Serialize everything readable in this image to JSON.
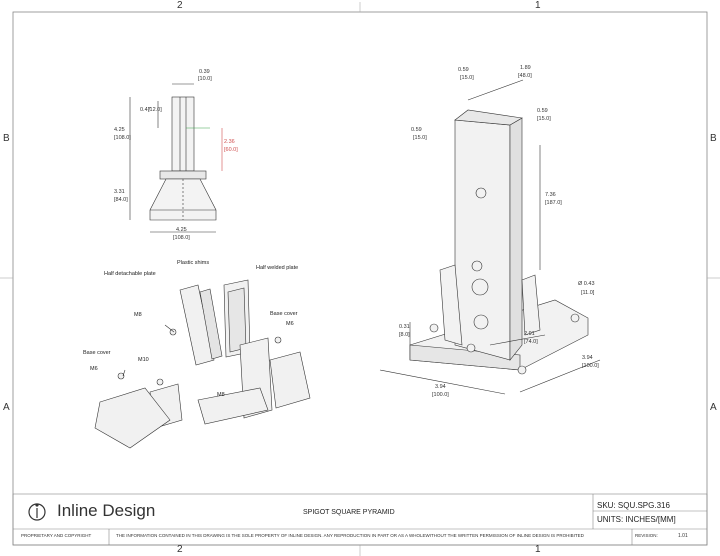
{
  "zones": {
    "top_left": "2",
    "top_right": "1",
    "bottom_left": "2",
    "bottom_right": "1",
    "left_upper": "B",
    "left_lower": "A",
    "right_upper": "B",
    "right_lower": "A"
  },
  "front_view": {
    "dims": [
      "0.39",
      "[10.0]",
      "0.47",
      "[12.0]",
      "4.25",
      "[108.0]",
      "2.36",
      "[60.0]",
      "3.31",
      "[84.0]",
      "4.25",
      "[108.0]"
    ]
  },
  "exploded_view": {
    "labels": {
      "plastic_shims": "Plastic shims",
      "half_welded_plate": "Half welded plate",
      "half_detachable_plate": "Half detachable plate",
      "m8": "M8",
      "base_cover_right": "Base cover",
      "m6_right": "M6",
      "base_cover_left": "Base cover",
      "m6_left": "M6",
      "m10": "M10",
      "m8_bottom": "M8"
    }
  },
  "iso_view": {
    "dims": {
      "a": "0.59",
      "a_mm": "[15.0]",
      "b": "1.89",
      "b_mm": "[48.0]",
      "c": "0.59",
      "c_mm": "[15.0]",
      "d": "0.59",
      "d_mm": "[15.0]",
      "height": "7.36",
      "height_mm": "[187.0]",
      "hole": "Ø 0.43",
      "hole_mm": "[11.0]",
      "side": "0.31",
      "side_mm": "[8.0]",
      "inner": "2.91",
      "inner_mm": "[74.0]",
      "width": "3.94",
      "width_mm": "[100.0]",
      "depth": "3.94",
      "depth_mm": "[100.0]"
    }
  },
  "title_block": {
    "company": "Inline Design",
    "part_name": "SPIGOT SQUARE PYRAMID",
    "sku": "SKU: SQU.SPG.316",
    "units": "UNITS: INCHES/[MM]",
    "proprietary": "PROPRIETARY AND COPYRIGHT",
    "notice": "THE INFORMATION CONTAINED IN THIS DRAWING IS THE SOLE PROPERTY OF INLINE DESIGN. ANY REPRODUCTION IN PART OR AS A WHOLEWITHOUT THE WRITTEN PERMISSION OF INLINE DESIGN IS PROHIBITED",
    "revision_label": "REVISION:",
    "revision_value": "1.01"
  }
}
